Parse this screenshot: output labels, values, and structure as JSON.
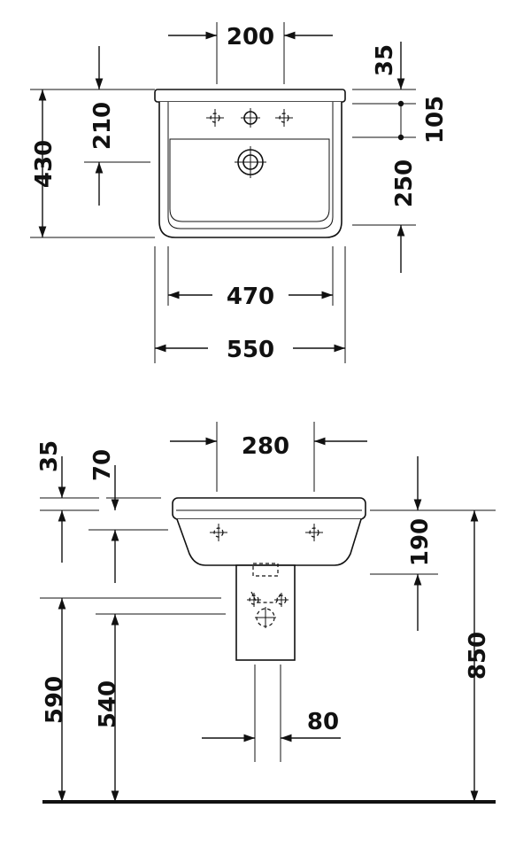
{
  "top_view": {
    "dims": {
      "tap_spacing": "200",
      "rim_to_tap": "35",
      "tap_to_waste": "105",
      "depth_total": "430",
      "front_to_waste": "210",
      "bowl_to_back": "250",
      "inner_width": "470",
      "outer_width": "550"
    }
  },
  "side_view": {
    "dims": {
      "rim_thickness": "35",
      "rim_to_tap_hole": "70",
      "fixing_spacing": "280",
      "basin_height": "190",
      "fixing_height": "590",
      "pedestal_height": "540",
      "pedestal_width": "80",
      "rim_height": "850"
    }
  }
}
